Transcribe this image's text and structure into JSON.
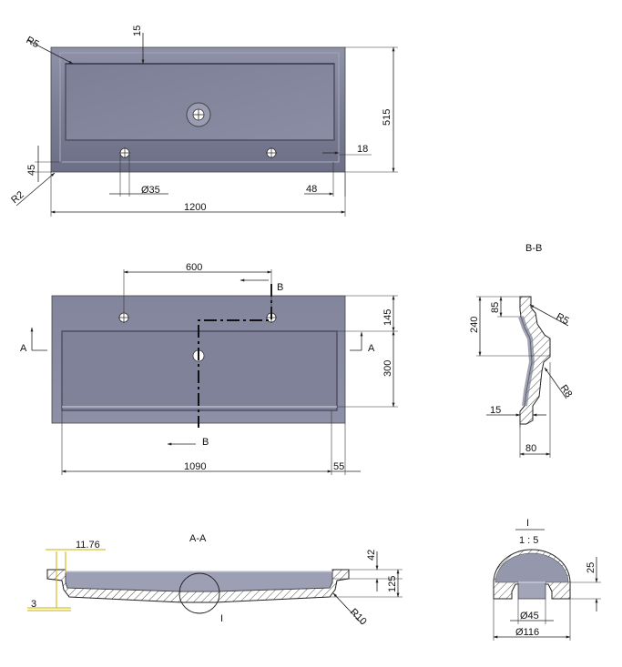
{
  "colors": {
    "surface": "#7a7d93",
    "surface_light": "#a9abbd",
    "surface_dark": "#5e6075",
    "line": "#222222",
    "highlight_marker": "#c9b200",
    "background": "#ffffff"
  },
  "top_view": {
    "r5": "R5",
    "d15": "15",
    "d515": "515",
    "d45": "45",
    "r2": "R2",
    "d18": "18",
    "d35": "Ø35",
    "d48": "48",
    "d1200": "1200"
  },
  "front_view": {
    "d600": "600",
    "b_top": "B",
    "b_bottom": "B",
    "a_left": "A",
    "a_right": "A",
    "d145": "145",
    "d300": "300",
    "d1090": "1090",
    "d55": "55"
  },
  "section_bb": {
    "title": "B-B",
    "d240": "240",
    "d85": "85",
    "r5": "R5",
    "r8": "R8",
    "d15": "15",
    "d80": "80"
  },
  "section_aa": {
    "title": "A-A",
    "d11_76": "11.76",
    "d3": "3",
    "d42": "42",
    "d125": "125",
    "r10": "R10",
    "detail_ref": "I"
  },
  "detail_i": {
    "title": "I",
    "scale": "1 : 5",
    "d25": "25",
    "d45": "Ø45",
    "d116": "Ø116"
  }
}
